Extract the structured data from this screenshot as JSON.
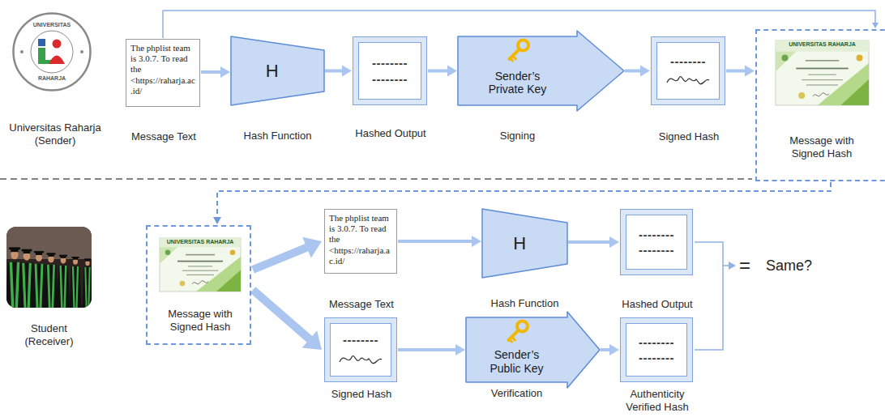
{
  "diagram": {
    "nodes": [
      {
        "text": [
          "Universitas Raharja (Sender)"
        ]
      },
      {
        "text": [
          "The phplist team is 3.0.7. To read the <https://raharja.ac.id/",
          "Message Text"
        ]
      },
      {
        "text": [
          "H",
          "Hash Function"
        ]
      },
      {
        "text": [
          "--------",
          "--------",
          "Hashed Output"
        ]
      },
      {
        "text": [
          "Sender’s Private Key",
          "Signing"
        ]
      },
      {
        "text": [
          "--------",
          "Signed Hash"
        ]
      },
      {
        "text": [
          "Message with Signed Hash"
        ]
      },
      {
        "text": [
          "Student (Receiver)"
        ]
      },
      {
        "text": [
          "Message with Signed Hash"
        ]
      },
      {
        "text": [
          "The phplist team is 3.0.7. To read the <https://raharja.ac.id/",
          "Message Text"
        ]
      },
      {
        "text": [
          "H",
          "Hash Function"
        ]
      },
      {
        "text": [
          "--------",
          "--------",
          "Hashed Output"
        ]
      },
      {
        "text": [
          "--------",
          "Signed Hash"
        ]
      },
      {
        "text": [
          "Sender’s Public Key",
          "Verification"
        ]
      },
      {
        "text": [
          "--------",
          "--------",
          "Authenticity Verified Hash"
        ]
      }
    ],
    "edges": [
      {
        "from": 1,
        "to": 2,
        "arrow": "to"
      },
      {
        "from": 2,
        "to": 3,
        "arrow": "to"
      },
      {
        "from": 3,
        "to": 4,
        "arrow": "to"
      },
      {
        "from": 4,
        "to": 5,
        "arrow": "to"
      },
      {
        "from": 5,
        "to": 6,
        "arrow": "to"
      },
      {
        "from": 1,
        "to": 6,
        "arrow": "to"
      },
      {
        "from": 6,
        "to": 8,
        "arrow": "to"
      },
      {
        "from": 8,
        "to": 9,
        "arrow": "to"
      },
      {
        "from": 8,
        "to": 12,
        "arrow": "to"
      },
      {
        "from": 9,
        "to": 10,
        "arrow": "to"
      },
      {
        "from": 10,
        "to": 11,
        "arrow": "to"
      },
      {
        "from": 12,
        "to": 13,
        "arrow": "to"
      },
      {
        "from": 13,
        "to": 14,
        "arrow": "to"
      }
    ],
    "labels": [
      "UNIVERSITAS",
      "RAHARJA",
      "UNIVERSITAS RAHARJA",
      "UNIVERSITAS RAHARJA",
      "=",
      "Same?"
    ]
  }
}
